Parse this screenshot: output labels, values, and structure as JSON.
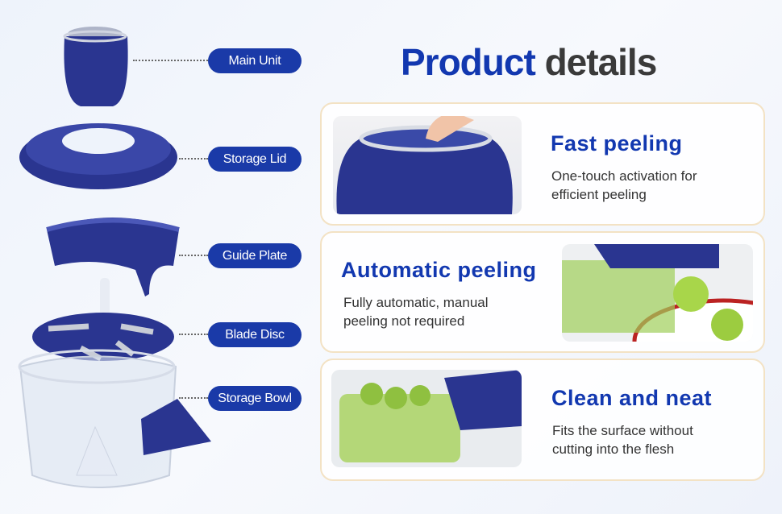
{
  "title": {
    "part1": "Product",
    "part2": "details"
  },
  "parts": [
    {
      "label": "Main Unit"
    },
    {
      "label": "Storage Lid"
    },
    {
      "label": "Guide Plate"
    },
    {
      "label": "Blade Disc"
    },
    {
      "label": "Storage Bowl"
    }
  ],
  "features": [
    {
      "heading": "Fast peeling",
      "line1": "One-touch activation for",
      "line2": "efficient peeling"
    },
    {
      "heading": "Automatic peeling",
      "line1": "Fully automatic, manual",
      "line2": "peeling not required"
    },
    {
      "heading": "Clean and neat",
      "line1": "Fits the surface without",
      "line2": "cutting into the flesh"
    }
  ],
  "colors": {
    "brand_blue": "#1238b0",
    "pill_blue": "#1a3aa8",
    "product_blue": "#2a3590",
    "card_border": "#f3e2c4"
  }
}
